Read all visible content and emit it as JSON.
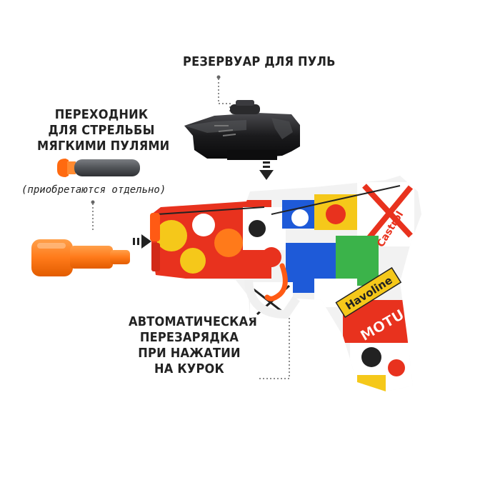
{
  "labels": {
    "reservoir": "РЕЗЕРВУАР ДЛЯ ПУЛЬ",
    "adapter_lines": [
      "ПЕРЕХОДНИК",
      "ДЛЯ СТРЕЛЬБЫ",
      "МЯГКИМИ ПУЛЯМИ"
    ],
    "adapter_note": "(приобретаются отдельно)",
    "reload_lines": [
      "АВТОМАТИЧЕСКАЯ",
      "ПЕРЕЗАРЯДКА",
      "ПРИ НАЖАТИИ",
      "НА КУРОК"
    ]
  },
  "decals": {
    "brand": "Havoline",
    "moto": "MOTU",
    "castrol": "Castrol"
  },
  "colors": {
    "text": "#222222",
    "adapter_orange": "#ff7a1a",
    "dart_orange": "#ff6a10",
    "dart_foam": "#55585c",
    "reservoir_black": "#1b1b1d",
    "gun_red": "#e8321e",
    "gun_yellow": "#f5c81a",
    "trigger_orange": "#ff5a14"
  }
}
